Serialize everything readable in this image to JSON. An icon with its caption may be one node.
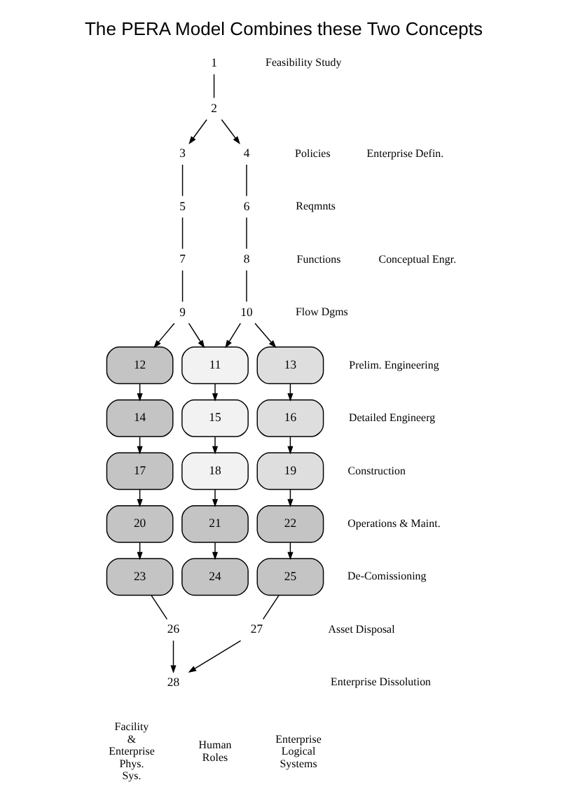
{
  "diagram": {
    "title": "The PERA Model Combines these Two Concepts",
    "nodes": [
      {
        "text": [
          "1"
        ]
      },
      {
        "text": [
          "2"
        ]
      },
      {
        "text": [
          "3"
        ]
      },
      {
        "text": [
          "4"
        ]
      },
      {
        "text": [
          "5"
        ]
      },
      {
        "text": [
          "6"
        ]
      },
      {
        "text": [
          "7"
        ]
      },
      {
        "text": [
          "8"
        ]
      },
      {
        "text": [
          "9"
        ]
      },
      {
        "text": [
          "10"
        ]
      },
      {
        "text": [
          "12"
        ]
      },
      {
        "text": [
          "11"
        ]
      },
      {
        "text": [
          "13"
        ]
      },
      {
        "text": [
          "14"
        ]
      },
      {
        "text": [
          "15"
        ]
      },
      {
        "text": [
          "16"
        ]
      },
      {
        "text": [
          "17"
        ]
      },
      {
        "text": [
          "18"
        ]
      },
      {
        "text": [
          "19"
        ]
      },
      {
        "text": [
          "20"
        ]
      },
      {
        "text": [
          "21"
        ]
      },
      {
        "text": [
          "22"
        ]
      },
      {
        "text": [
          "23"
        ]
      },
      {
        "text": [
          "24"
        ]
      },
      {
        "text": [
          "25"
        ]
      },
      {
        "text": [
          "26"
        ]
      },
      {
        "text": [
          "27"
        ]
      },
      {
        "text": [
          "28"
        ]
      }
    ],
    "edges": [
      {
        "from": 0,
        "to": 1,
        "arrow": "none"
      },
      {
        "from": 1,
        "to": 2,
        "arrow": "to"
      },
      {
        "from": 1,
        "to": 3,
        "arrow": "to"
      },
      {
        "from": 2,
        "to": 4,
        "arrow": "none"
      },
      {
        "from": 4,
        "to": 6,
        "arrow": "none"
      },
      {
        "from": 6,
        "to": 8,
        "arrow": "none"
      },
      {
        "from": 3,
        "to": 5,
        "arrow": "none"
      },
      {
        "from": 5,
        "to": 7,
        "arrow": "none"
      },
      {
        "from": 7,
        "to": 9,
        "arrow": "none"
      },
      {
        "from": 8,
        "to": 10,
        "arrow": "to"
      },
      {
        "from": 8,
        "to": 11,
        "arrow": "to"
      },
      {
        "from": 9,
        "to": 11,
        "arrow": "to"
      },
      {
        "from": 9,
        "to": 12,
        "arrow": "to"
      },
      {
        "from": 10,
        "to": 13,
        "arrow": "to"
      },
      {
        "from": 11,
        "to": 14,
        "arrow": "to"
      },
      {
        "from": 12,
        "to": 15,
        "arrow": "to"
      },
      {
        "from": 13,
        "to": 16,
        "arrow": "to"
      },
      {
        "from": 14,
        "to": 17,
        "arrow": "to"
      },
      {
        "from": 15,
        "to": 18,
        "arrow": "to"
      },
      {
        "from": 16,
        "to": 19,
        "arrow": "to"
      },
      {
        "from": 17,
        "to": 20,
        "arrow": "to"
      },
      {
        "from": 18,
        "to": 21,
        "arrow": "to"
      },
      {
        "from": 19,
        "to": 22,
        "arrow": "to"
      },
      {
        "from": 20,
        "to": 23,
        "arrow": "to"
      },
      {
        "from": 21,
        "to": 24,
        "arrow": "to"
      },
      {
        "from": 22,
        "to": 25,
        "arrow": "none"
      },
      {
        "from": 24,
        "to": 26,
        "arrow": "none"
      },
      {
        "from": 25,
        "to": 27,
        "arrow": "to"
      },
      {
        "from": 26,
        "to": 27,
        "arrow": "to"
      }
    ],
    "labels": [
      "Feasibility Study",
      "Policies",
      "Enterprise Defin.",
      "Reqmnts",
      "Functions",
      "Conceptual Engr.",
      "Flow Dgms",
      "Prelim. Engineering",
      "Detailed Engineerg",
      "Construction",
      "Operations & Maint.",
      "De-Comissioning",
      "Asset Disposal",
      "Enterprise Dissolution",
      "Facility & Enterprise Phys. Sys.",
      "Human Roles",
      "Enterprise Logical Systems"
    ]
  }
}
